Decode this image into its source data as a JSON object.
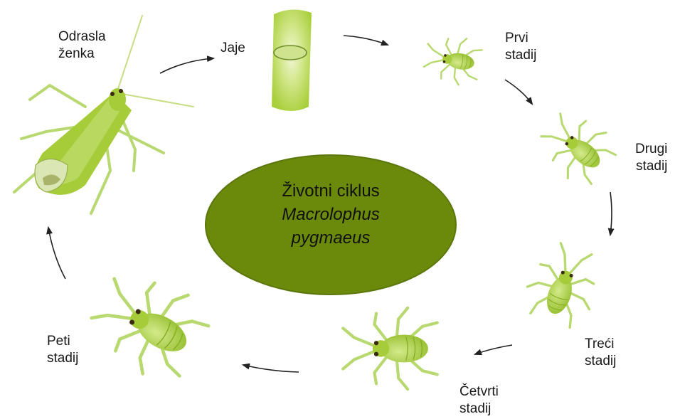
{
  "center": {
    "line1": "Životni ciklus",
    "line2": "Macrolophus",
    "line3": "pygmaeus",
    "fill": "#6b8a0b"
  },
  "stages": {
    "adult": {
      "line1": "Odrasla",
      "line2": "ženka"
    },
    "egg": {
      "line1": "Jaje"
    },
    "first": {
      "line1": "Prvi",
      "line2": "stadij"
    },
    "second": {
      "line1": "Drugi",
      "line2": "stadij"
    },
    "third": {
      "line1": "Treći",
      "line2": "stadij"
    },
    "fourth": {
      "line1": "Četvrti",
      "line2": "stadij"
    },
    "fifth": {
      "line1": "Peti",
      "line2": "stadij"
    }
  },
  "colors": {
    "insect_body": "#a6cc3a",
    "insect_light": "#c9e27a",
    "insect_dark": "#7ea320",
    "leg": "#b8d870",
    "stem": "#b5d94a",
    "arrow": "#222222"
  }
}
